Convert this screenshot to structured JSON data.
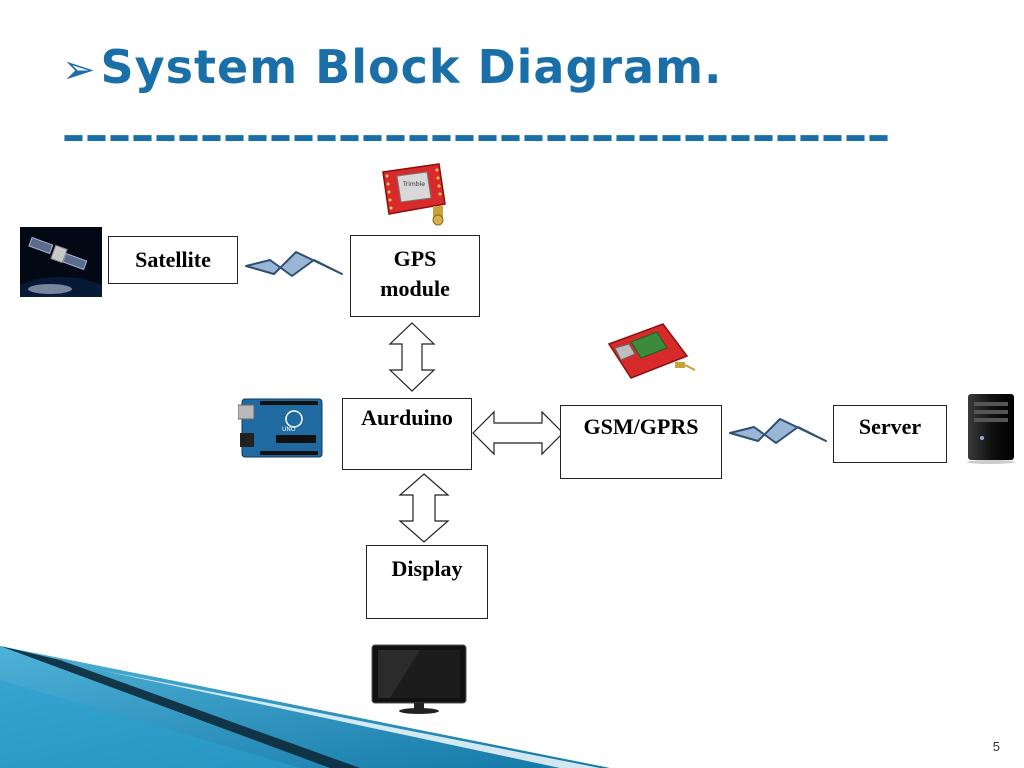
{
  "slide": {
    "title": "System Block Diagram.",
    "underline": "–––––––––––––––––––––––––––––––––––––",
    "page_number": "5"
  },
  "blocks": {
    "satellite": "Satellite",
    "gps_line1": "GPS",
    "gps_line2": "module",
    "arduino": "Aurduino",
    "gsm": "GSM/GPRS",
    "server": "Server",
    "display": "Display"
  },
  "icons": [
    "satellite-photo",
    "gps-module-board",
    "arduino-board",
    "gsm-module-board",
    "server-tower",
    "tv-monitor",
    "wireless-link",
    "double-arrow"
  ],
  "colors": {
    "title": "#1a6fa8",
    "wave_light": "#9ab6d4",
    "wave_dark": "#2f4f74",
    "board_red": "#d82a2a",
    "board_blue": "#1f6aa0"
  }
}
